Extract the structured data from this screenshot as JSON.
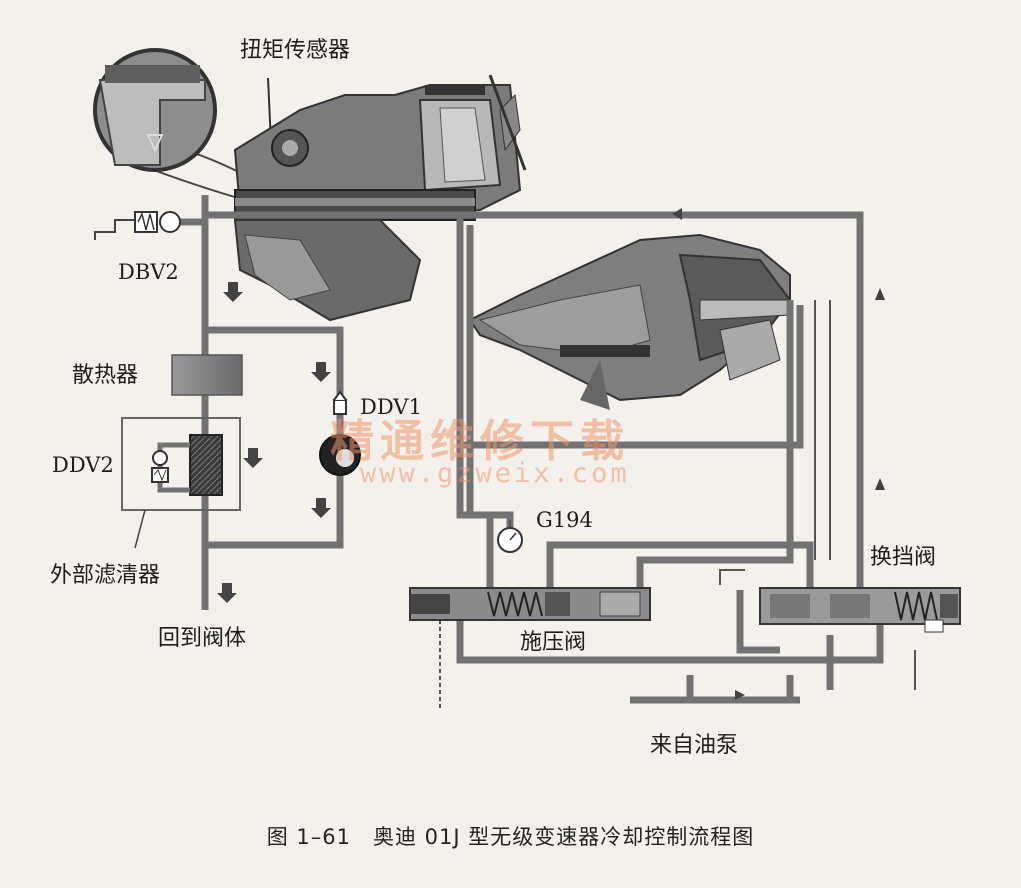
{
  "labels": {
    "torque_sensor": "扭矩传感器",
    "dbv2": "DBV2",
    "radiator": "散热器",
    "ddv1": "DDV1",
    "ddv2": "DDV2",
    "external_filter": "外部滤清器",
    "return_to_valve_body": "回到阀体",
    "g194": "G194",
    "shift_valve": "换挡阀",
    "pressure_valve": "施压阀",
    "from_oil_pump": "来自油泵"
  },
  "caption": "图 1–61　奥迪 01J 型无级变速器冷却控制流程图",
  "watermark": {
    "text": "精通维修下载",
    "url": "www.gzweix.com"
  },
  "colors": {
    "pipe": "#727272",
    "pipe_fill": "#9c9c9c",
    "body_dark": "#5a5a5a",
    "background": "#f4f1ec",
    "watermark": "#ee966e"
  }
}
